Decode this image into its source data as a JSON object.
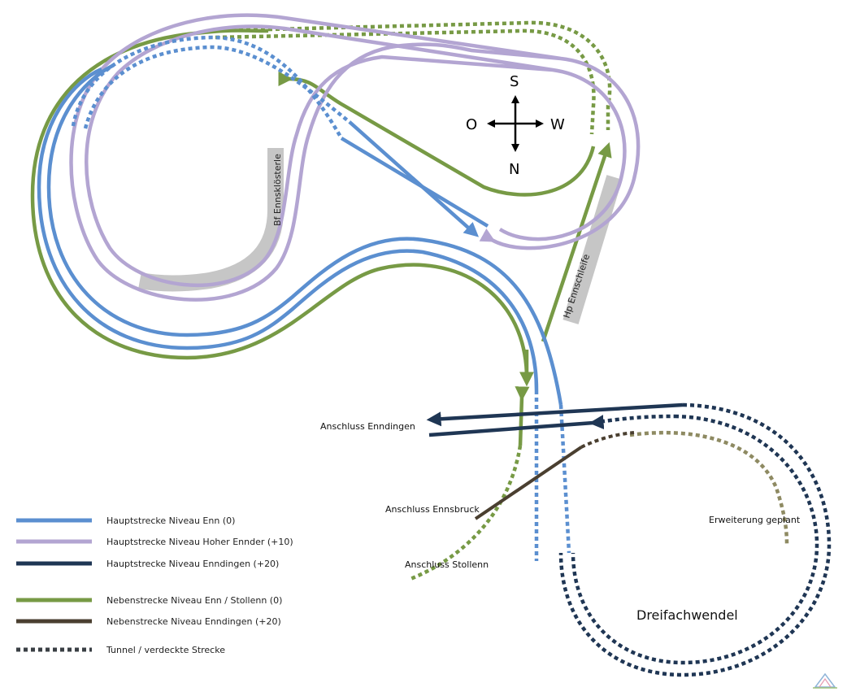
{
  "colors": {
    "blue": "#5b8fd0",
    "lilac": "#b3a5d2",
    "navy": "#1f3654",
    "green": "#779a45",
    "brown": "#4a3f30",
    "olive": "#8e8a62",
    "platform": "#c6c6c6",
    "tunnel_legend": "#3a3f44"
  },
  "compass": {
    "s": "S",
    "o": "O",
    "w": "W",
    "n": "N"
  },
  "stations": {
    "ennsklosterle": "Bf Ennsklösterle",
    "ennschleife": "Hp Ennschleife"
  },
  "labels": {
    "anschluss_enndingen": "Anschluss Enndingen",
    "anschluss_ennsbruck": "Anschluss Ennsbruck",
    "anschluss_stollenn": "Anschluss Stollenn",
    "erweiterung": "Erweiterung geplant",
    "dreifachwendel": "Dreifachwendel"
  },
  "legend": [
    {
      "label": "Hauptstrecke Niveau Enn (0)",
      "color": "#5b8fd0",
      "style": "solid"
    },
    {
      "label": "Hauptstrecke Niveau Hoher Ennder (+10)",
      "color": "#b3a5d2",
      "style": "solid"
    },
    {
      "label": "Hauptstrecke Niveau Enndingen (+20)",
      "color": "#1f3654",
      "style": "solid"
    },
    {
      "label": "Nebenstrecke Niveau Enn / Stollenn (0)",
      "color": "#779a45",
      "style": "solid"
    },
    {
      "label": "Nebenstrecke Niveau Enndingen (+20)",
      "color": "#4a3f30",
      "style": "solid"
    },
    {
      "label": "Tunnel / verdeckte Strecke",
      "color": "#3a3f44",
      "style": "dotted"
    }
  ]
}
